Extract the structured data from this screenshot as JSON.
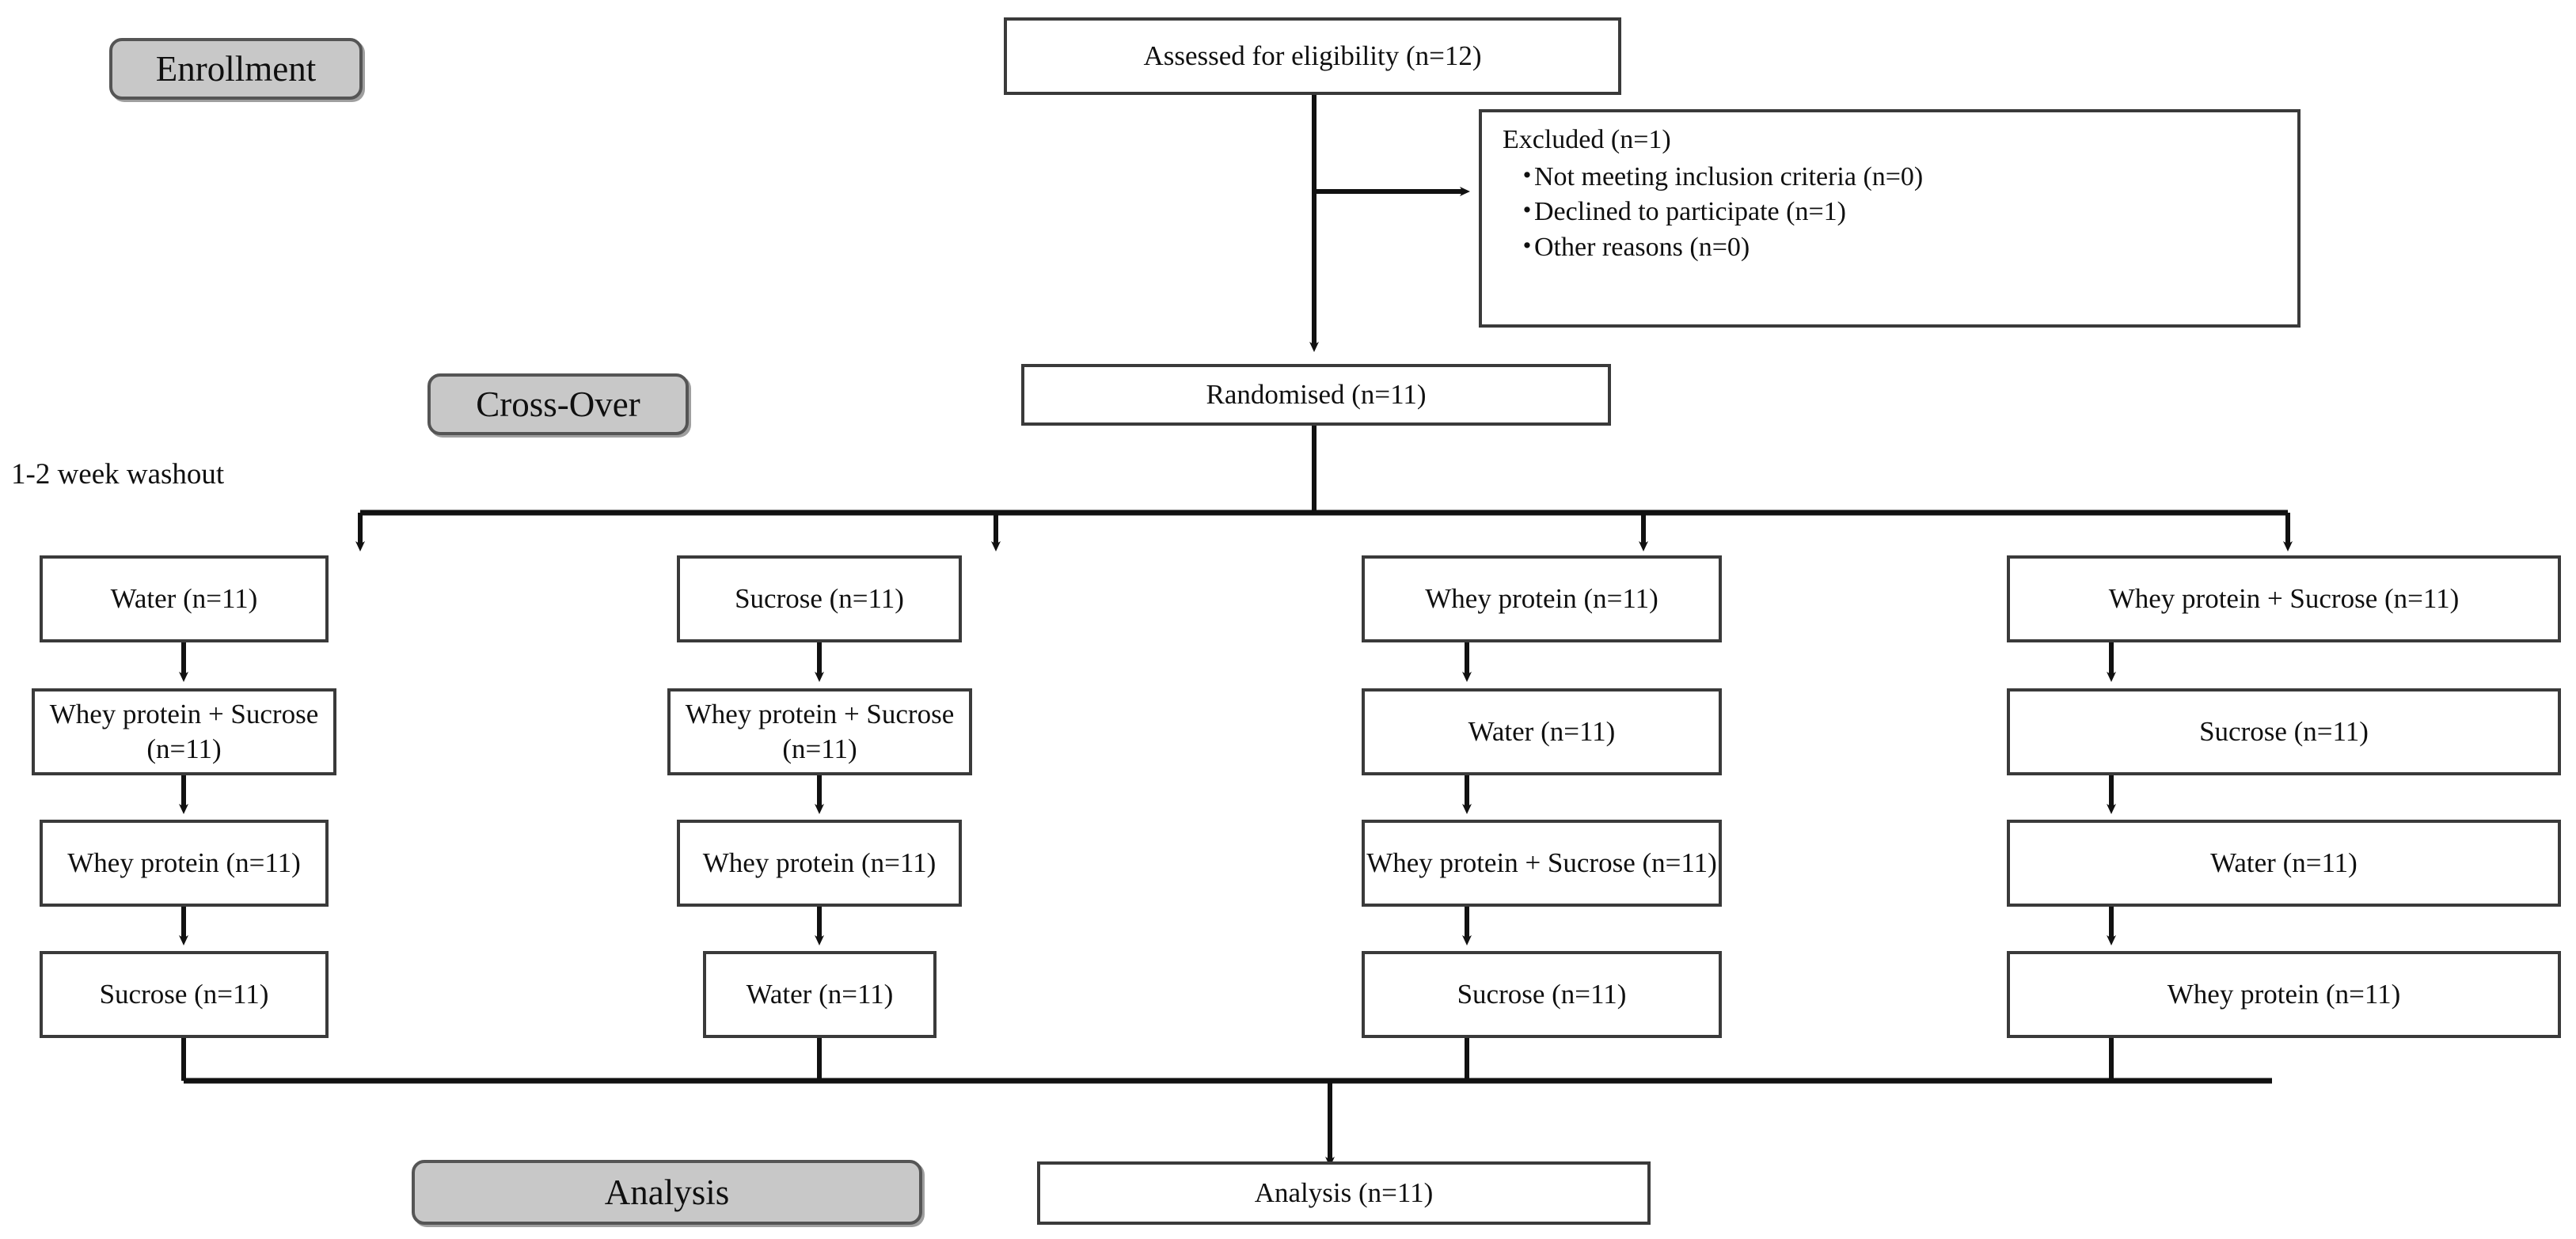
{
  "diagram": {
    "title_type": "CONSORT cross-over trial flow diagram",
    "stages": [
      {
        "id": "enrollment",
        "label": "Enrollment"
      },
      {
        "id": "cross-over",
        "label": "Cross-Over"
      },
      {
        "id": "analysis",
        "label": "Analysis"
      }
    ],
    "washout_label": "1-2 week washout",
    "top": {
      "assessed": "Assessed for eligibility (n=12)",
      "randomised": "Randomised (n=11)",
      "excluded": {
        "title": "Excluded (n=1)",
        "reasons": [
          "Not meeting inclusion criteria (n=0)",
          "Declined to participate (n=1)",
          "Other reasons (n=0)"
        ]
      }
    },
    "sequences": [
      {
        "name": "sequence-1",
        "periods": [
          "Water (n=11)",
          "Whey protein + Sucrose (n=11)",
          "Whey protein (n=11)",
          "Sucrose (n=11)"
        ]
      },
      {
        "name": "sequence-2",
        "periods": [
          "Sucrose (n=11)",
          "Whey protein + Sucrose (n=11)",
          "Whey protein (n=11)",
          "Water (n=11)"
        ]
      },
      {
        "name": "sequence-3",
        "periods": [
          "Whey protein  (n=11)",
          "Water (n=11)",
          "Whey protein + Sucrose (n=11)",
          "Sucrose (n=11)"
        ]
      },
      {
        "name": "sequence-4",
        "periods": [
          "Whey protein + Sucrose (n=11)",
          "Sucrose (n=11)",
          "Water (n=11)",
          "Whey protein (n=11)"
        ]
      }
    ],
    "bottom": {
      "analysis": "Analysis (n=11)"
    },
    "colors": {
      "stage_fill": "#c8c8c8",
      "stage_border": "#555555",
      "node_border": "#3a3a3a",
      "connector": "#111111",
      "text": "#101010",
      "background": "#ffffff"
    }
  }
}
